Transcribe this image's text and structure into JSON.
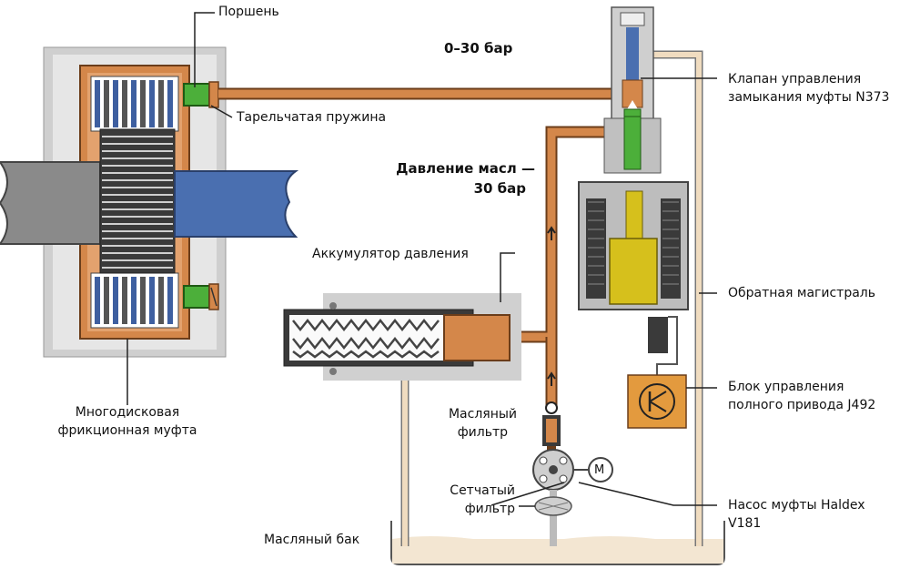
{
  "labels": {
    "piston": "Поршень",
    "disc_spring": "Тарельчатая пружина",
    "pressure_0_30": "0–30 бар",
    "valve_line1": "Клапан управления",
    "valve_line2": "замыкания муфты N373",
    "oil_pressure_line1": "Давление масл —",
    "oil_pressure_line2": "30 бар",
    "accumulator": "Аккумулятор давления",
    "return_line": "Обратная магистраль",
    "ecu_line1": "Блок управления",
    "ecu_line2": "полного привода J492",
    "clutch_line1": "Многодисковая",
    "clutch_line2": "фрикционная муфта",
    "oil_filter_line1": "Масляный",
    "oil_filter_line2": "фильтр",
    "mesh_filter_line1": "Сетчатый",
    "mesh_filter_line2": "фильтр",
    "pump_line1": "Насос муфты Haldex",
    "pump_line2": "V181",
    "oil_tank": "Масляный бак",
    "motor_symbol": "M"
  },
  "colors": {
    "oil": "#d4874a",
    "oil_dark": "#a8612c",
    "return_oil": "#f0dcc0",
    "housing_gray": "#c8c8c8",
    "shaft_blue": "#4a6fb0",
    "shaft_gray": "#8a8a8a",
    "piston_green": "#4caf3a",
    "solenoid_yellow": "#d6c01c",
    "ecu_orange": "#e39a3e",
    "tank_fill": "#f3e6d2"
  }
}
